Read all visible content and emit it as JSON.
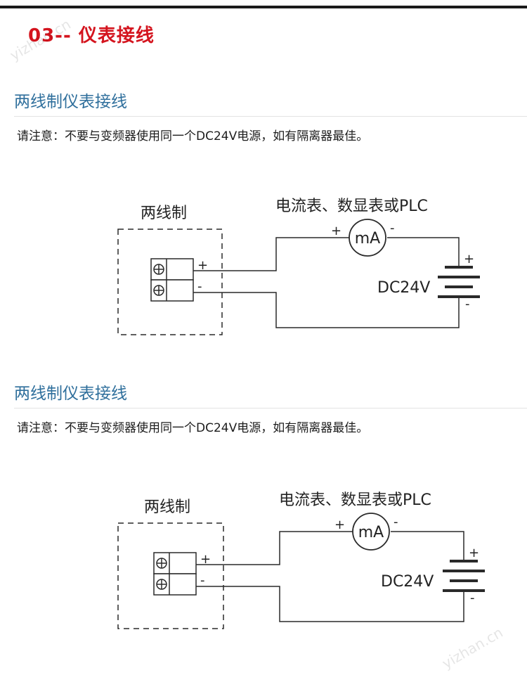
{
  "page": {
    "title": "03-- 仪表接线",
    "watermark_text": "yizhan.cn"
  },
  "sections": [
    {
      "heading": "两线制仪表接线",
      "note": "请注意：不要与变频器使用同一个DC24V电源，如有隔离器最佳。",
      "diagram": {
        "device_label": "两线制",
        "meter_label": "电流表、数显表或PLC",
        "meter_symbol": "mA",
        "meter_plus": "+",
        "meter_minus": "-",
        "terminal_plus": "+",
        "terminal_minus": "-",
        "supply_label": "DC24V",
        "supply_plus": "+",
        "supply_minus": "-"
      }
    },
    {
      "heading": "两线制仪表接线",
      "note": "请注意：不要与变频器使用同一个DC24V电源，如有隔离器最佳。",
      "diagram": {
        "device_label": "两线制",
        "meter_label": "电流表、数显表或PLC",
        "meter_symbol": "mA",
        "meter_plus": "+",
        "meter_minus": "-",
        "terminal_plus": "+",
        "terminal_minus": "-",
        "supply_label": "DC24V",
        "supply_plus": "+",
        "supply_minus": "-"
      }
    }
  ],
  "colors": {
    "title": "#d4141e",
    "heading": "#2f6f9c",
    "line": "#2a2a2a"
  }
}
